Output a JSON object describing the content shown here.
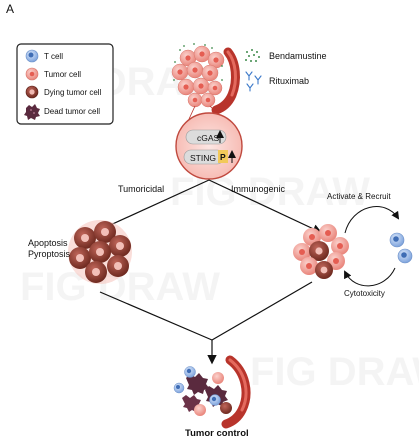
{
  "panel_label": "A",
  "legend": {
    "items": [
      {
        "label": "T cell",
        "icon": "t-cell-icon"
      },
      {
        "label": "Tumor cell",
        "icon": "tumor-cell-icon"
      },
      {
        "label": "Dying tumor cell",
        "icon": "dying-tumor-cell-icon"
      },
      {
        "label": "Dead tumor cell",
        "icon": "dead-tumor-cell-icon"
      }
    ]
  },
  "drugs": {
    "bendamustine": "Bendamustine",
    "rituximab": "Rituximab"
  },
  "pathway": {
    "cgas": "cGAS",
    "sting": "STING",
    "phospho": "P"
  },
  "branches": {
    "left": "Tumoricidal",
    "right": "Immunogenic"
  },
  "outcomes": {
    "apoptosis": "Apoptosis",
    "pyroptosis": "Pyroptosis"
  },
  "cycle": {
    "top": "Activate & Recruit",
    "bottom": "Cytotoxicity"
  },
  "result": "Tumor control",
  "watermark": "FIG DRAW",
  "colors": {
    "tumor_cell": "#f4a29a",
    "tumor_cell_dark": "#e0695f",
    "dying_cell": "#8a3b2e",
    "dead_cell": "#5a2a3e",
    "t_cell": "#8fb3e6",
    "vessel": "#b8342b",
    "nucleus_box": "#f7d3cd",
    "p_badge": "#f2c95a"
  }
}
